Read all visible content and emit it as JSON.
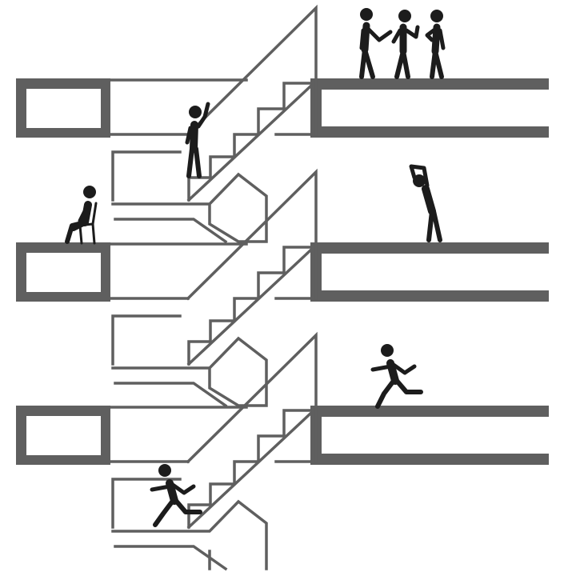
{
  "diagram": {
    "subject": "stairwell-section",
    "floors": 3,
    "colors": {
      "structure": "#5f5f5f",
      "figures": "#1c1c1c",
      "background": "#ffffff"
    },
    "figures": [
      {
        "id": "group-of-three",
        "pose": "talking"
      },
      {
        "id": "climber",
        "pose": "climbing-stairs"
      },
      {
        "id": "sitter",
        "pose": "sitting"
      },
      {
        "id": "stretcher",
        "pose": "stretching"
      },
      {
        "id": "runner-floor",
        "pose": "running"
      },
      {
        "id": "runner-stairs",
        "pose": "running"
      }
    ]
  }
}
